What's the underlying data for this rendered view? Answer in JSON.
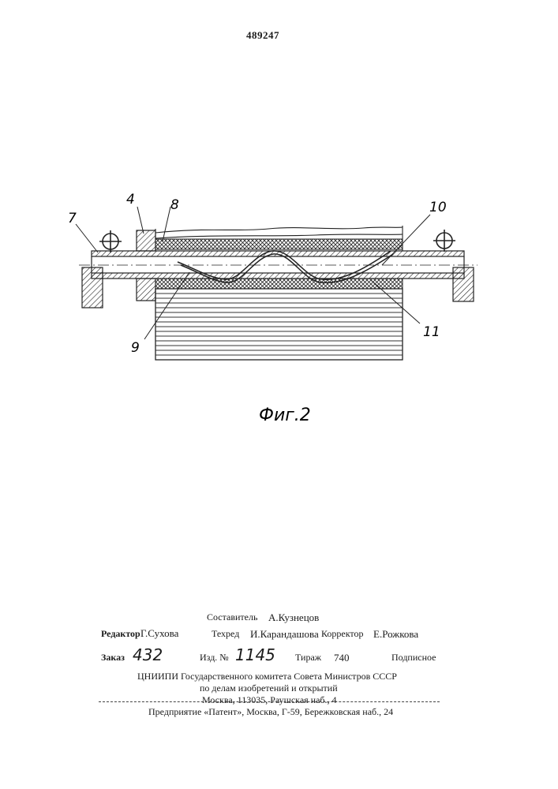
{
  "header": {
    "patent_number": "489247"
  },
  "figure": {
    "caption": "Фиг.2",
    "callouts": [
      "7",
      "4",
      "8",
      "10",
      "9",
      "11"
    ]
  },
  "credits": {
    "compiler_label": "Составитель",
    "compiler_name": "А.Кузнецов",
    "editor_label": "Редактор",
    "editor_name": "Г.Сухова",
    "techred_label": "Техред",
    "techred_name": "И.Карандашова",
    "corrector_label": "Корректор",
    "corrector_name": "Е.Рожкова"
  },
  "order": {
    "order_label": "Заказ",
    "order_value": "432",
    "edition_label": "Изд. №",
    "edition_value": "1145",
    "print_run_label": "Тираж",
    "print_run_value": "740",
    "subscription": "Подписное"
  },
  "publisher": {
    "line1": "ЦНИИПИ Государственного комитета Совета Министров СССР",
    "line2": "по делам изобретений и открытий",
    "line3": "Москва, 113035, Раушская наб., 4"
  },
  "footer": {
    "enterprise": "Предприятие «Патент», Москва, Г-59, Бережковская наб., 24"
  }
}
